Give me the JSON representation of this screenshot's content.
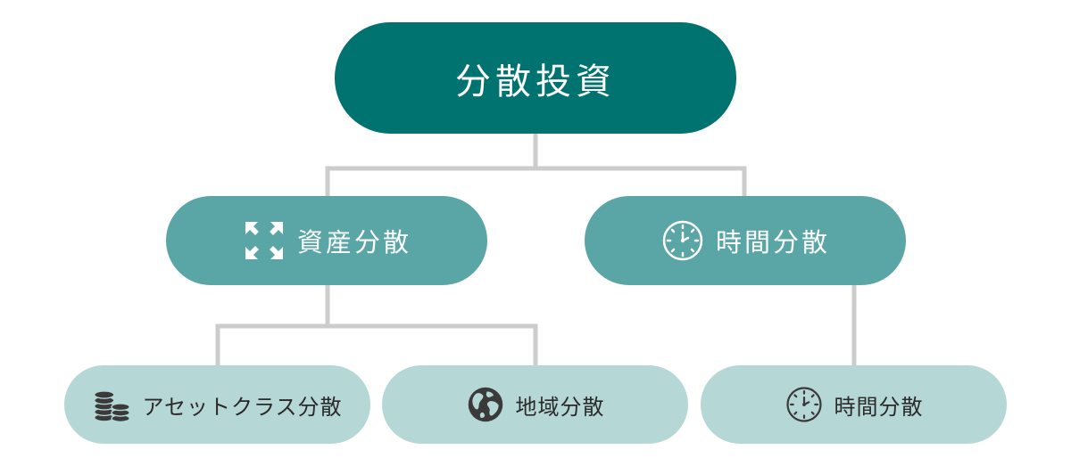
{
  "colors": {
    "root": "#007370",
    "mid": "#5aa5a5",
    "leaf": "#b5d7d6",
    "connector": "#cccccc"
  },
  "root": {
    "label": "分散投資"
  },
  "branches": [
    {
      "label": "資産分散",
      "icon": "expand-arrows-icon",
      "children": [
        {
          "label": "アセットクラス分散",
          "icon": "coin-stack-icon"
        },
        {
          "label": "地域分散",
          "icon": "globe-icon"
        }
      ]
    },
    {
      "label": "時間分散",
      "icon": "clock-icon",
      "children": [
        {
          "label": "時間分散",
          "icon": "clock-icon"
        }
      ]
    }
  ]
}
